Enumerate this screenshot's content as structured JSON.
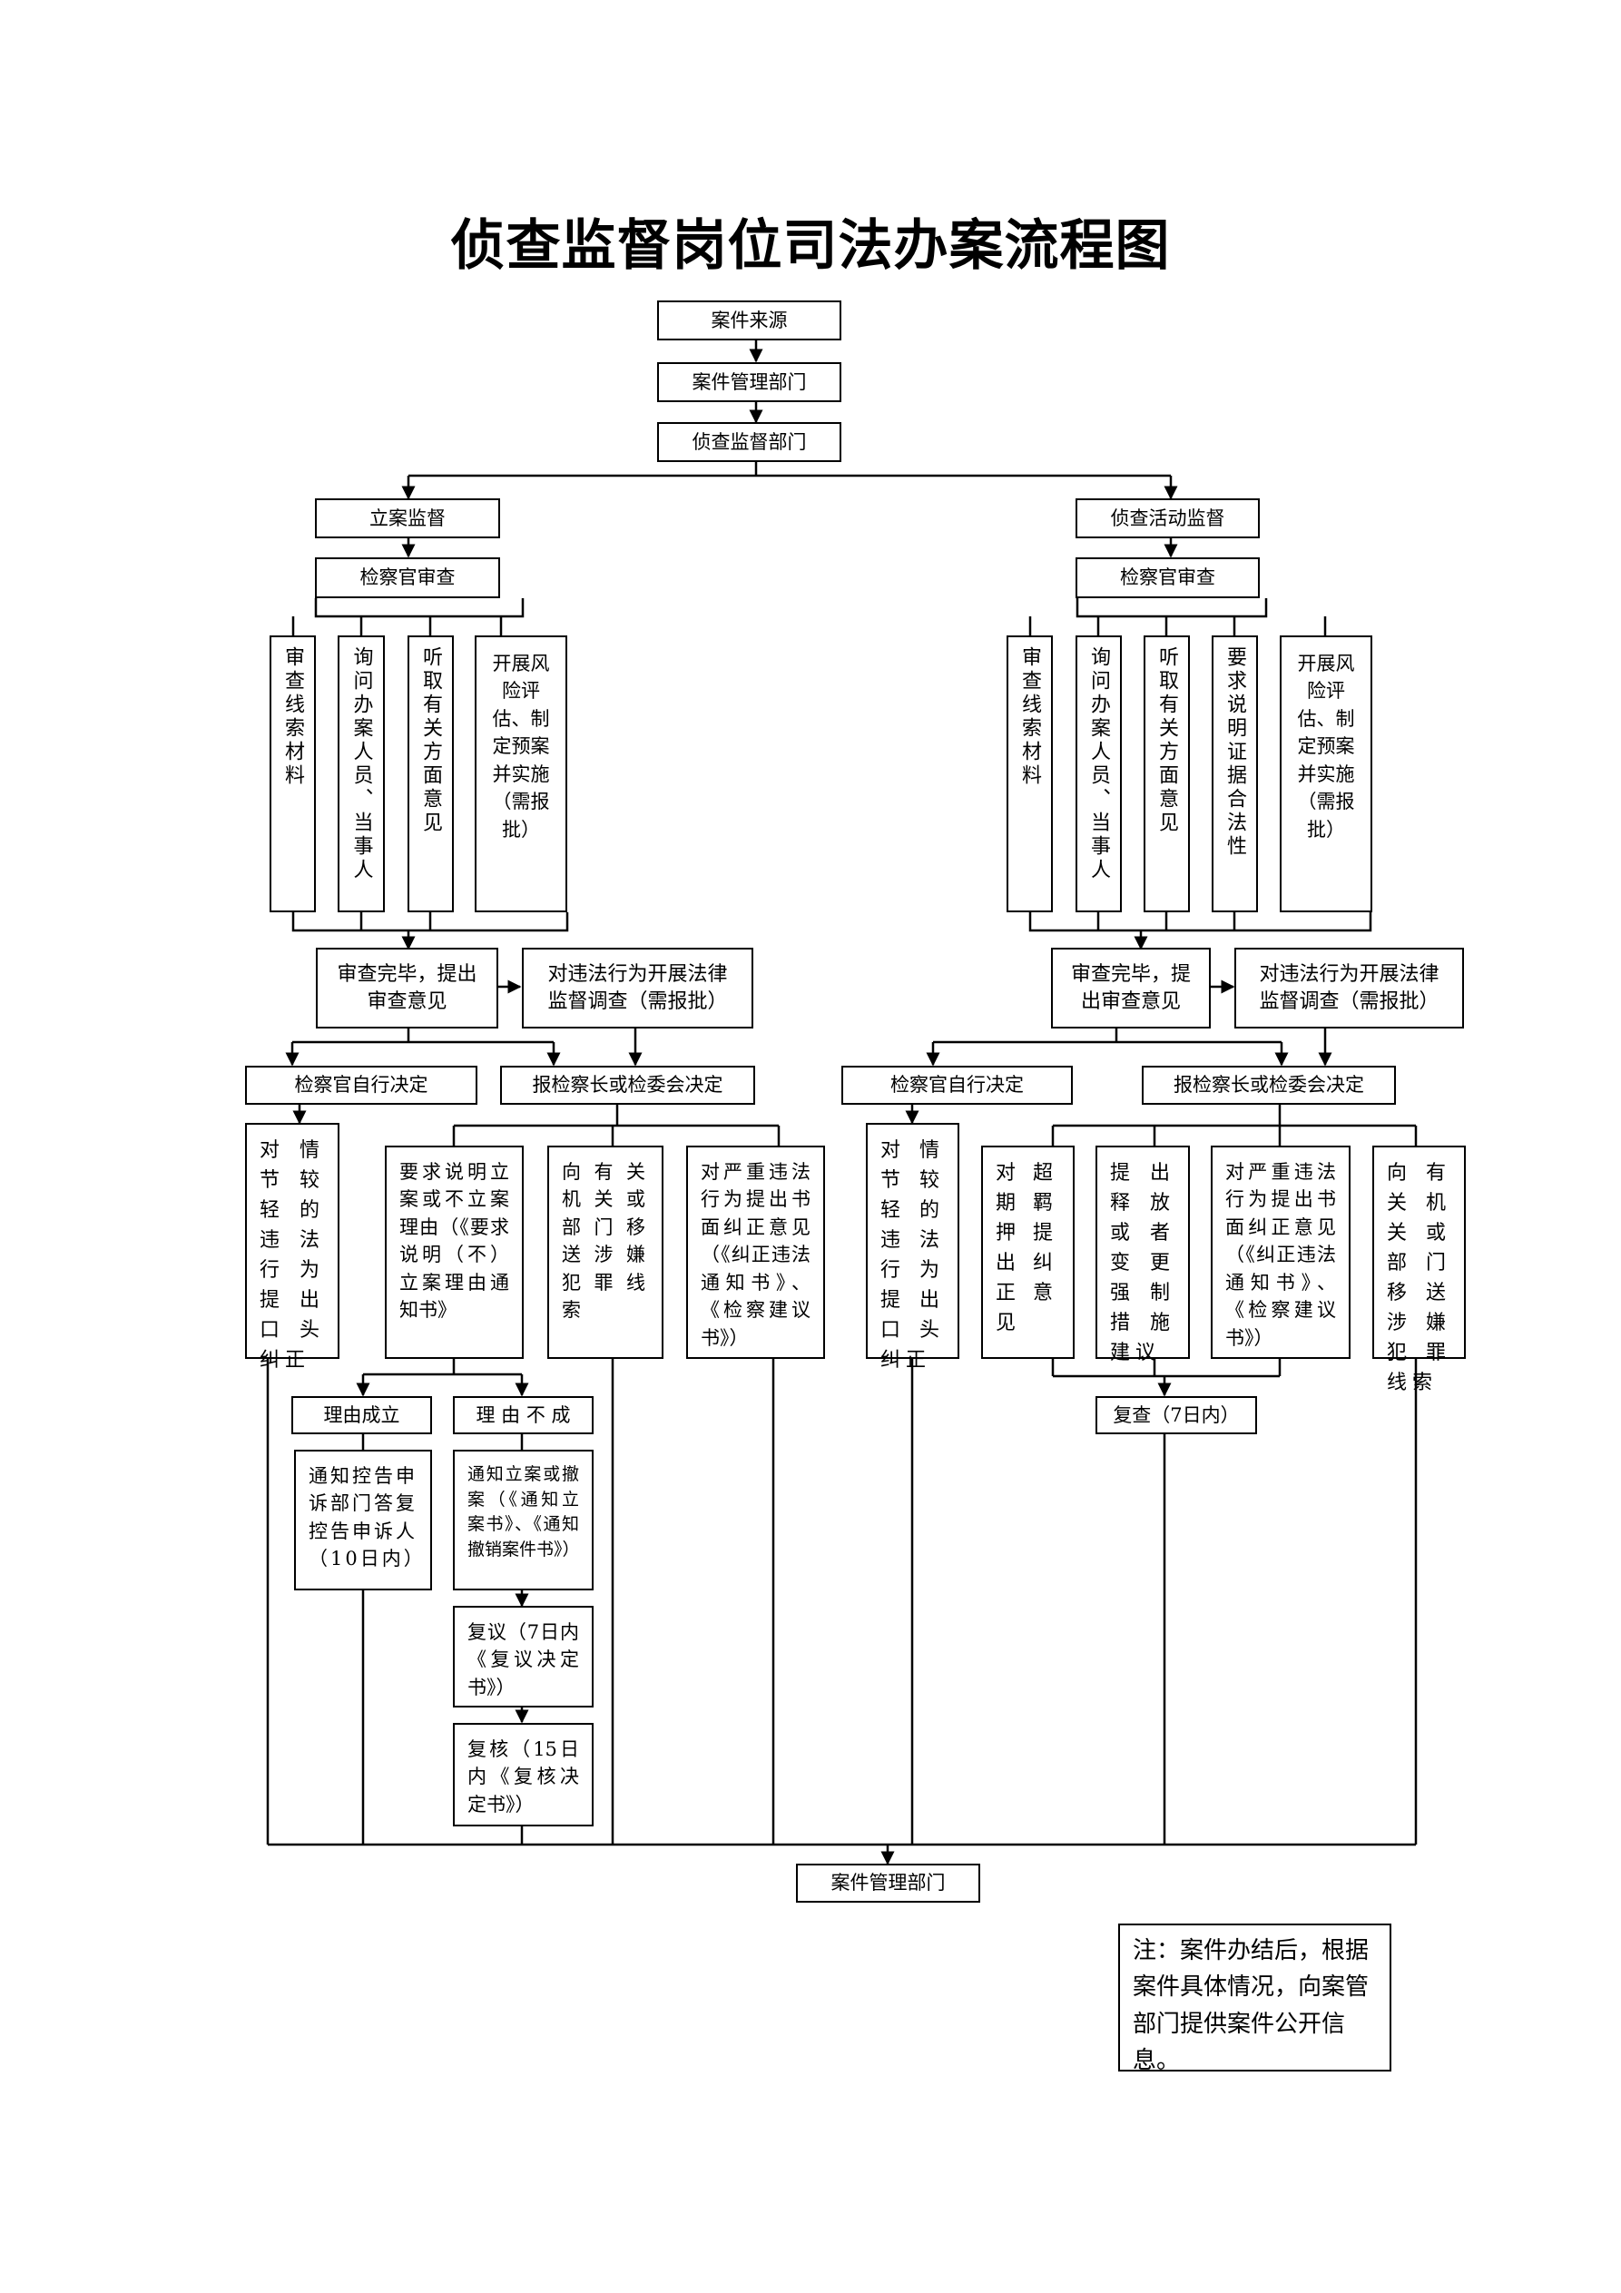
{
  "title": "侦查监督岗位司法办案流程图",
  "top": {
    "source": "案件来源",
    "case_mgmt": "案件管理部门",
    "supervision_dept": "侦查监督部门"
  },
  "left": {
    "branch": "立案监督",
    "review": "检察官审查",
    "items": [
      "审查线索材料",
      "询问办案人员、当事人",
      "听取有关方面意见",
      "开展风险评估、制定预案并实施（需报批）"
    ],
    "done": "审查完毕，提出审查意见",
    "investigate": "对违法行为开展法律监督调查（需报批）",
    "self_decide": "检察官自行决定",
    "report_decide": "报检察长或检委会决定",
    "minor_correct": "对情节较轻的违法行为提出口头纠正",
    "require_explain": "要求说明立案或不立案理由（《要求说明（不）立案理由通知书》",
    "transfer": "向有关机关或部门移送涉嫌犯罪线索",
    "serious": "对严重违法行为提出书面纠正意见（《纠正违法通知书》、《检察建议书》）",
    "reason_valid": "理由成立",
    "reason_invalid": "理 由 不 成",
    "notify_complainant": "通知控告申诉部门答复控告申诉人（10日内）",
    "notify_file": "通知立案或撤案（《通知立案书》、《通知撤销案件书》）",
    "reconsider": "复议（7日内《复议决定书》）",
    "recheck": "复核（15日内《复核决定书》）"
  },
  "right": {
    "branch": "侦查活动监督",
    "review": "检察官审查",
    "items": [
      "审查线索材料",
      "询问办案人员、当事人",
      "听取有关方面意见",
      "要求说明证据合法性",
      "开展风险评估、制定预案并实施（需报批）"
    ],
    "done": "审查完毕，提出审查意见",
    "investigate": "对违法行为开展法律监督调查（需报批）",
    "self_decide": "检察官自行决定",
    "report_decide": "报检察长或检委会决定",
    "minor_correct": "对情节较轻的违法行为提出口头纠正",
    "overdue": "对超期羁押提出纠正意见",
    "release": "提出释放或者变更强制措施建议",
    "serious": "对严重违法行为提出书面纠正意见（《纠正违法通知书》、《检察建议书》）",
    "transfer": "向有关机关或部门移送涉嫌犯罪线索",
    "recheck": "复查（7日内）"
  },
  "bottom": {
    "case_mgmt": "案件管理部门"
  },
  "note": "注：案件办结后，根据案件具体情况，向案管部门提供案件公开信息。"
}
